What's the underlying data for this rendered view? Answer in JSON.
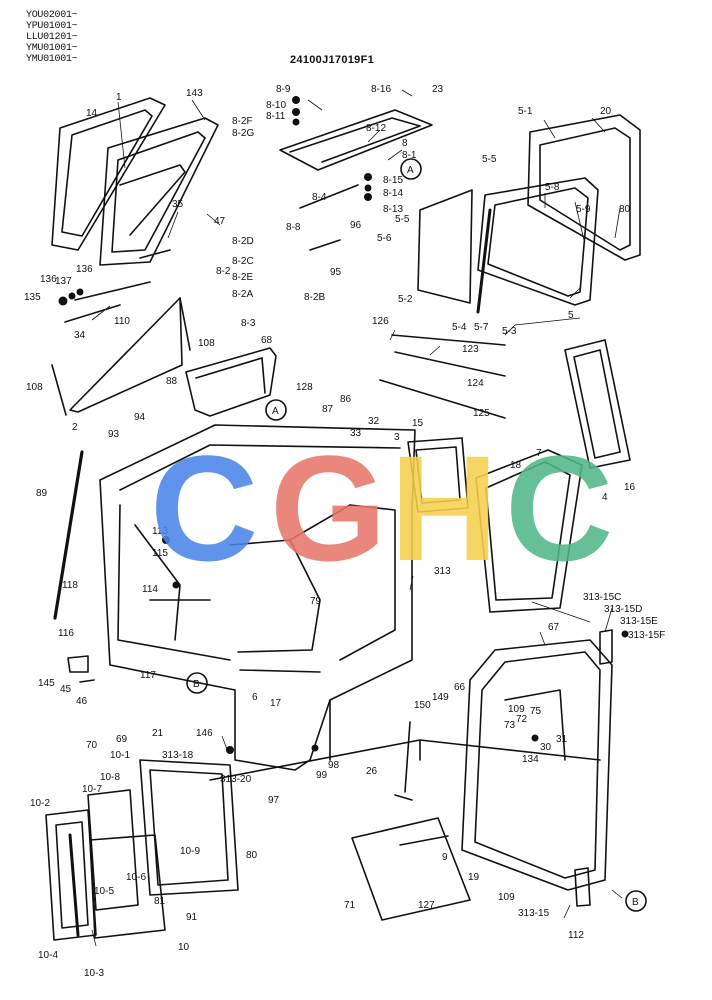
{
  "serial_numbers": [
    "YOU02001~",
    "YPU01001~",
    "LLU01201~",
    "YMU01001~",
    "YMU01001~"
  ],
  "drawing_code": "24100J17019F1",
  "watermark": {
    "letters": [
      "C",
      "G",
      "H",
      "C"
    ],
    "colors": [
      "#4a86e8",
      "#e8776b",
      "#f6d04d",
      "#52b788"
    ]
  },
  "part_labels": [
    {
      "id": "p1",
      "text": "1"
    },
    {
      "id": "p14",
      "text": "14"
    },
    {
      "id": "p143",
      "text": "143"
    },
    {
      "id": "p35",
      "text": "35"
    },
    {
      "id": "p47",
      "text": "47"
    },
    {
      "id": "p136a",
      "text": "136"
    },
    {
      "id": "p137",
      "text": "137"
    },
    {
      "id": "p136b",
      "text": "136"
    },
    {
      "id": "p135",
      "text": "135"
    },
    {
      "id": "p110",
      "text": "110"
    },
    {
      "id": "p34",
      "text": "34"
    },
    {
      "id": "p108a",
      "text": "108"
    },
    {
      "id": "p108b",
      "text": "108"
    },
    {
      "id": "p2",
      "text": "2"
    },
    {
      "id": "p89",
      "text": "89"
    },
    {
      "id": "p94",
      "text": "94"
    },
    {
      "id": "p93",
      "text": "93"
    },
    {
      "id": "p88",
      "text": "88"
    },
    {
      "id": "p68",
      "text": "68"
    },
    {
      "id": "p8_9",
      "text": "8-9"
    },
    {
      "id": "p8_10",
      "text": "8-10"
    },
    {
      "id": "p8_11",
      "text": "8-11"
    },
    {
      "id": "p8_2F",
      "text": "8-2F"
    },
    {
      "id": "p8_2G",
      "text": "8-2G"
    },
    {
      "id": "p8_16",
      "text": "8-16"
    },
    {
      "id": "p23",
      "text": "23"
    },
    {
      "id": "p8_12",
      "text": "8-12"
    },
    {
      "id": "p8",
      "text": "8"
    },
    {
      "id": "p8_1",
      "text": "8-1"
    },
    {
      "id": "pA1",
      "text": "A"
    },
    {
      "id": "p8_15",
      "text": "8-15"
    },
    {
      "id": "p8_14",
      "text": "8-14"
    },
    {
      "id": "p8_4",
      "text": "8-4"
    },
    {
      "id": "p8_13",
      "text": "8-13"
    },
    {
      "id": "p96",
      "text": "96"
    },
    {
      "id": "p8_8",
      "text": "8-8"
    },
    {
      "id": "p8_2D",
      "text": "8-2D"
    },
    {
      "id": "p8_2C",
      "text": "8-2C"
    },
    {
      "id": "p8_2",
      "text": "8-2"
    },
    {
      "id": "p8_2E",
      "text": "8-2E"
    },
    {
      "id": "p8_2A",
      "text": "8-2A"
    },
    {
      "id": "p8_2B",
      "text": "8-2B"
    },
    {
      "id": "p8_3",
      "text": "8-3"
    },
    {
      "id": "p95",
      "text": "95"
    },
    {
      "id": "p5_1",
      "text": "5-1"
    },
    {
      "id": "p20",
      "text": "20"
    },
    {
      "id": "p5_5a",
      "text": "5-5"
    },
    {
      "id": "p5_8",
      "text": "5-8"
    },
    {
      "id": "p5_9",
      "text": "5-9"
    },
    {
      "id": "p80a",
      "text": "80"
    },
    {
      "id": "p5_5b",
      "text": "5-5"
    },
    {
      "id": "p5_6",
      "text": "5-6"
    },
    {
      "id": "p5_2",
      "text": "5-2"
    },
    {
      "id": "p5",
      "text": "5"
    },
    {
      "id": "p5_4",
      "text": "5-4"
    },
    {
      "id": "p5_7",
      "text": "5-7"
    },
    {
      "id": "p5_3",
      "text": "5-3"
    },
    {
      "id": "p126",
      "text": "126"
    },
    {
      "id": "p123",
      "text": "123"
    },
    {
      "id": "p124",
      "text": "124"
    },
    {
      "id": "p125",
      "text": "125"
    },
    {
      "id": "p128",
      "text": "128"
    },
    {
      "id": "p87",
      "text": "87"
    },
    {
      "id": "p86",
      "text": "86"
    },
    {
      "id": "pA2",
      "text": "A"
    },
    {
      "id": "p33",
      "text": "33"
    },
    {
      "id": "p32",
      "text": "32"
    },
    {
      "id": "p3",
      "text": "3"
    },
    {
      "id": "p15",
      "text": "15"
    },
    {
      "id": "p7",
      "text": "7"
    },
    {
      "id": "p18",
      "text": "18"
    },
    {
      "id": "p4",
      "text": "4"
    },
    {
      "id": "p16",
      "text": "16"
    },
    {
      "id": "p113",
      "text": "113"
    },
    {
      "id": "p115",
      "text": "115"
    },
    {
      "id": "p114",
      "text": "114"
    },
    {
      "id": "p118",
      "text": "118"
    },
    {
      "id": "p116",
      "text": "116"
    },
    {
      "id": "p79",
      "text": "79"
    },
    {
      "id": "p313a",
      "text": "313"
    },
    {
      "id": "p313_15C",
      "text": "313-15C"
    },
    {
      "id": "p313_15D",
      "text": "313-15D"
    },
    {
      "id": "p313_15E",
      "text": "313-15E"
    },
    {
      "id": "p313_15F",
      "text": "313-15F"
    },
    {
      "id": "p67",
      "text": "67"
    },
    {
      "id": "p145",
      "text": "145"
    },
    {
      "id": "p45",
      "text": "45"
    },
    {
      "id": "p46",
      "text": "46"
    },
    {
      "id": "p117",
      "text": "117"
    },
    {
      "id": "pB1",
      "text": "B"
    },
    {
      "id": "p6",
      "text": "6"
    },
    {
      "id": "p17",
      "text": "17"
    },
    {
      "id": "p69",
      "text": "69"
    },
    {
      "id": "p70",
      "text": "70"
    },
    {
      "id": "p146",
      "text": "146"
    },
    {
      "id": "p21",
      "text": "21"
    },
    {
      "id": "p313_18",
      "text": "313-18"
    },
    {
      "id": "p313_20",
      "text": "313-20"
    },
    {
      "id": "p98",
      "text": "98"
    },
    {
      "id": "p99",
      "text": "99"
    },
    {
      "id": "p26",
      "text": "26"
    },
    {
      "id": "p150",
      "text": "150"
    },
    {
      "id": "p149",
      "text": "149"
    },
    {
      "id": "p66",
      "text": "66"
    },
    {
      "id": "p109a",
      "text": "109"
    },
    {
      "id": "p72",
      "text": "72"
    },
    {
      "id": "p75",
      "text": "75"
    },
    {
      "id": "p73",
      "text": "73"
    },
    {
      "id": "p30",
      "text": "30"
    },
    {
      "id": "p31",
      "text": "31"
    },
    {
      "id": "p134",
      "text": "134"
    },
    {
      "id": "p10_1",
      "text": "10-1"
    },
    {
      "id": "p10_8",
      "text": "10-8"
    },
    {
      "id": "p10_7",
      "text": "10-7"
    },
    {
      "id": "p10_2",
      "text": "10-2"
    },
    {
      "id": "p97",
      "text": "97"
    },
    {
      "id": "p10_9",
      "text": "10-9"
    },
    {
      "id": "p80b",
      "text": "80"
    },
    {
      "id": "p10_6",
      "text": "10-6"
    },
    {
      "id": "p10_5",
      "text": "10-5"
    },
    {
      "id": "p81",
      "text": "81"
    },
    {
      "id": "p91",
      "text": "91"
    },
    {
      "id": "p10_4",
      "text": "10-4"
    },
    {
      "id": "p10",
      "text": "10"
    },
    {
      "id": "p10_3",
      "text": "10-3"
    },
    {
      "id": "p9",
      "text": "9"
    },
    {
      "id": "p19",
      "text": "19"
    },
    {
      "id": "p109b",
      "text": "109"
    },
    {
      "id": "p127",
      "text": "127"
    },
    {
      "id": "p71",
      "text": "71"
    },
    {
      "id": "p313_15",
      "text": "313-15"
    },
    {
      "id": "p112",
      "text": "112"
    },
    {
      "id": "pB2",
      "text": "B"
    }
  ]
}
